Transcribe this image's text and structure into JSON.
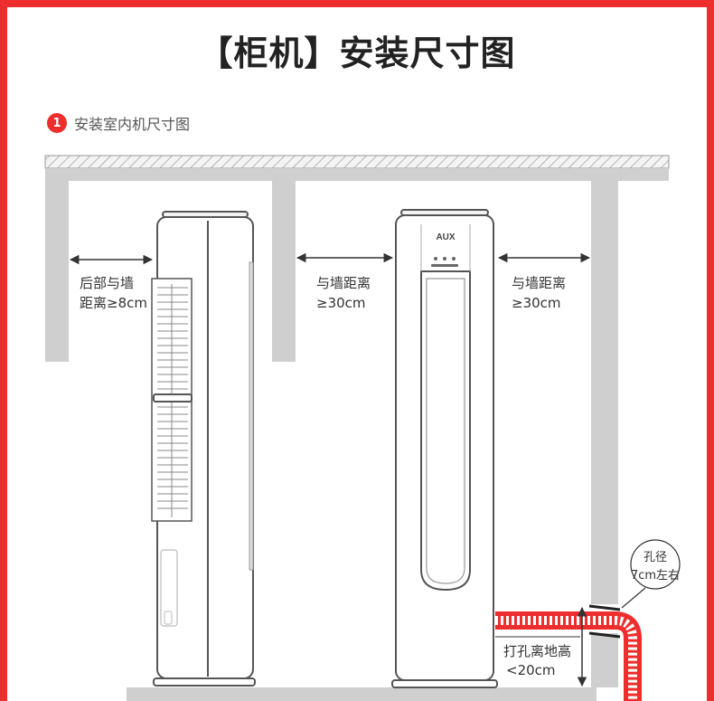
{
  "title": "【柜机】安装尺寸图",
  "step": {
    "number": "1",
    "text": "安装室内机尺寸图"
  },
  "brand": "AUX",
  "labels": {
    "rear_line1": "后部与墙",
    "rear_line2": "距离≥8cm",
    "side_left_line1": "与墙距离",
    "side_left_line2": "≥30cm",
    "side_right_line1": "与墙距离",
    "side_right_line2": "≥30cm",
    "hole_line1": "孔径",
    "hole_line2": "7cm左右",
    "height_line1": "打孔离地高",
    "height_line2": "<20cm"
  },
  "colors": {
    "accent": "#ee2d2d",
    "wall": "#cfcfcf",
    "unit_outline": "#555555",
    "text": "#333333"
  }
}
